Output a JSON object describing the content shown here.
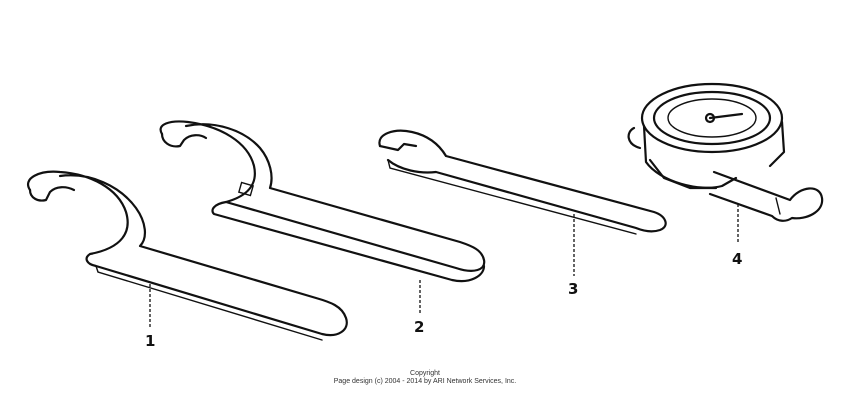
{
  "callouts": [
    "1",
    "2",
    "3",
    "4"
  ],
  "copyright": {
    "line1": "Copyright",
    "line2": "Page design (c) 2004 - 2014 by ARI Network Services, Inc."
  }
}
